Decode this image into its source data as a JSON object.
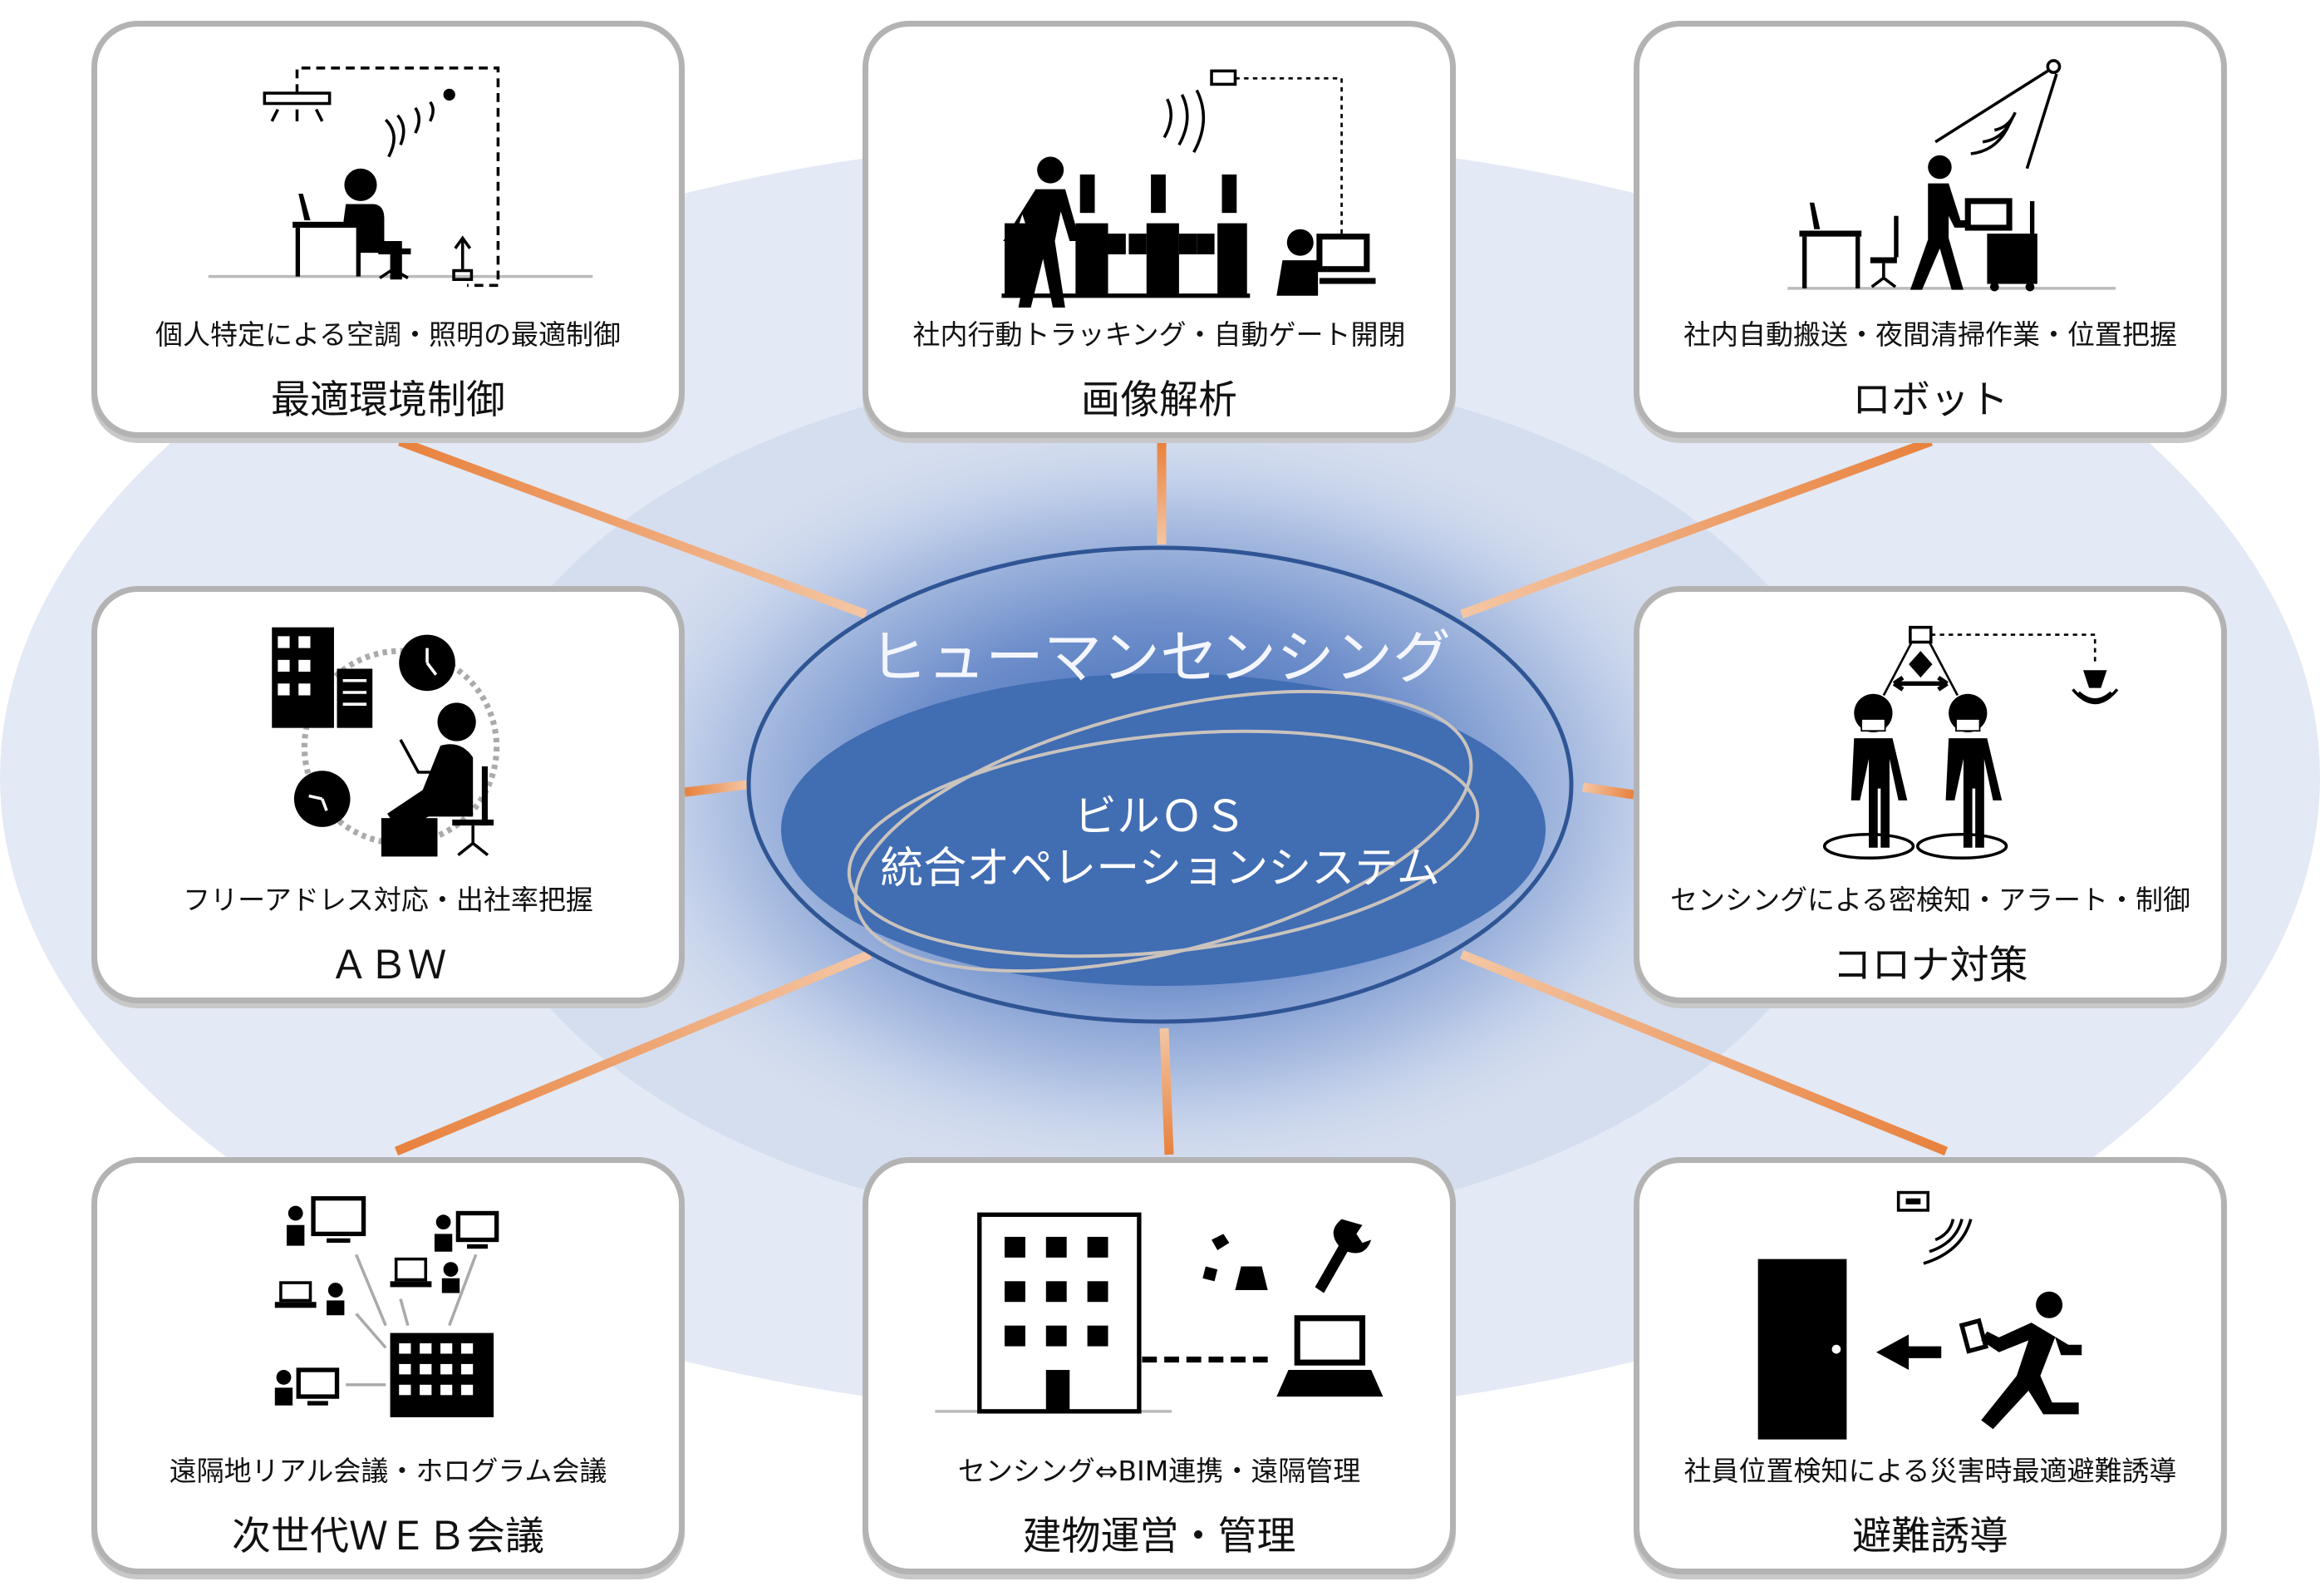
{
  "center": {
    "title": "ヒューマンセンシング",
    "os_name": "ビルＯＳ",
    "os_subtitle": "統合オペレーションシステム"
  },
  "boxes": [
    {
      "id": "environment",
      "subtitle": "個人特定による空調・照明の最適制御",
      "title": "最適環境制御"
    },
    {
      "id": "image-analysis",
      "subtitle": "社内行動トラッキング・自動ゲート開閉",
      "title": "画像解析"
    },
    {
      "id": "robot",
      "subtitle": "社内自動搬送・夜間清掃作業・位置把握",
      "title": "ロボット"
    },
    {
      "id": "abw",
      "subtitle": "フリーアドレス対応・出社率把握",
      "title": "ＡＢＷ"
    },
    {
      "id": "covid",
      "subtitle": "センシングによる密検知・アラート・制御",
      "title": "コロナ対策"
    },
    {
      "id": "web-meeting",
      "subtitle": "遠隔地リアル会議・ホログラム会議",
      "title": "次世代ＷＥＢ会議"
    },
    {
      "id": "building-management",
      "subtitle": "センシング⇔BIM連携・遠隔管理",
      "title": "建物運営・管理"
    },
    {
      "id": "evacuation",
      "subtitle": "社員位置検知による災害時最適避難誘導",
      "title": "避難誘導"
    }
  ],
  "colors": {
    "outer_ellipse": "#e3e9f5",
    "inner_ellipse": "#d5deef",
    "core_blue": "#416db3",
    "ring_border": "#2f5594",
    "connector_orange": "#e8813d",
    "connector_light": "#f4c6a4",
    "box_border": "#b3b3b3"
  }
}
